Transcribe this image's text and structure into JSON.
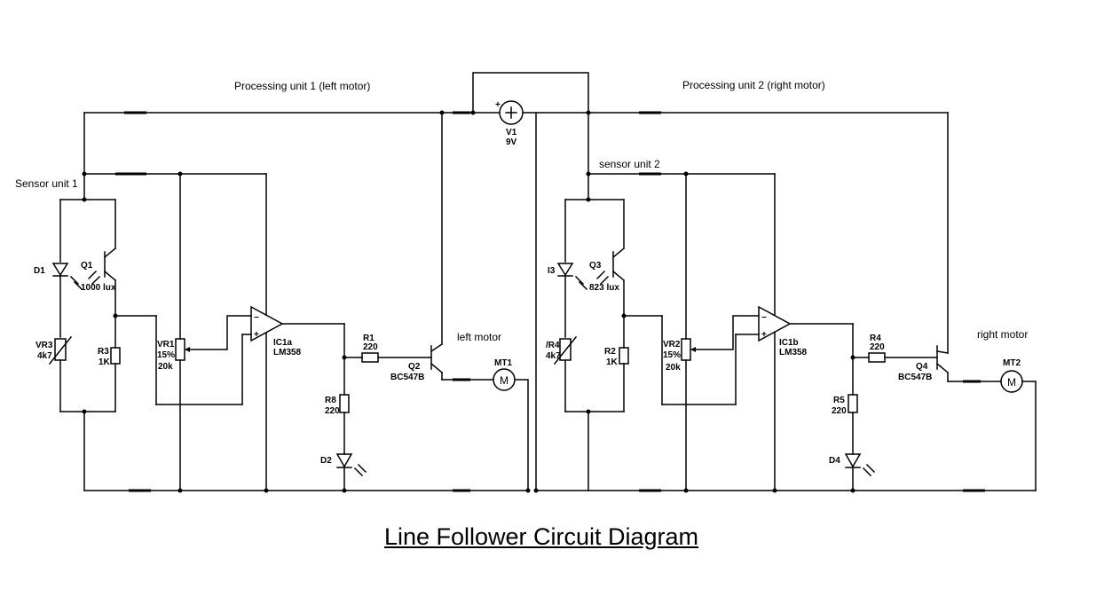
{
  "title": "Line Follower Circuit Diagram",
  "labels": {
    "proc1": "Processing unit 1 (left motor)",
    "proc2": "Processing unit 2 (right motor)",
    "sensor1": "Sensor unit 1",
    "sensor2": "sensor unit 2",
    "left_motor": "left motor",
    "right_motor": "right motor"
  },
  "components": {
    "V1": {
      "name": "V1",
      "value": "9V"
    },
    "D1": {
      "name": "D1"
    },
    "Q1": {
      "name": "Q1",
      "value": "1000 lux"
    },
    "VR3": {
      "name": "VR3",
      "value": "4k7"
    },
    "R3": {
      "name": "R3",
      "value": "1K"
    },
    "VR1": {
      "name": "VR1",
      "value": "15%",
      "value2": "20k"
    },
    "IC1a": {
      "name": "IC1a",
      "value": "LM358"
    },
    "R1": {
      "name": "R1",
      "value": "220"
    },
    "Q2": {
      "name": "Q2",
      "value": "BC547B"
    },
    "MT1": {
      "name": "MT1"
    },
    "R8": {
      "name": "R8",
      "value": "220"
    },
    "D2": {
      "name": "D2"
    },
    "D3": {
      "name": "I3"
    },
    "Q3": {
      "name": "Q3",
      "value": "823 lux"
    },
    "VR4": {
      "name": "/R4",
      "value": "4k7"
    },
    "R2": {
      "name": "R2",
      "value": "1K"
    },
    "VR2": {
      "name": "VR2",
      "value": "15%",
      "value2": "20k"
    },
    "IC1b": {
      "name": "IC1b",
      "value": "LM358"
    },
    "R4": {
      "name": "R4",
      "value": "220"
    },
    "Q4": {
      "name": "Q4",
      "value": "BC547B"
    },
    "MT2": {
      "name": "MT2"
    },
    "R5": {
      "name": "R5",
      "value": "220"
    },
    "D4": {
      "name": "D4"
    }
  },
  "symbols": {
    "plus": "+",
    "minus": "−",
    "motor": "M"
  }
}
